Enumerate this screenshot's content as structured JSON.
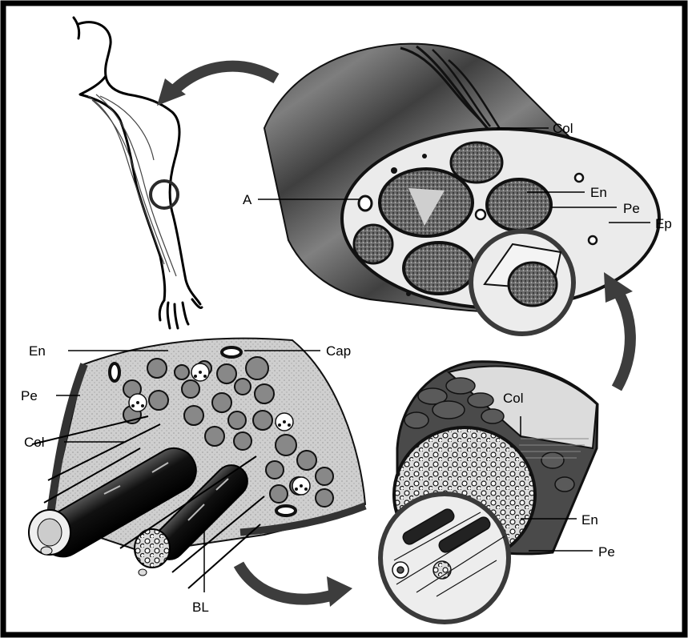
{
  "labels": {
    "col_top": "Col",
    "en_top": "En",
    "pe_top": "Pe",
    "ep_top": "Ep",
    "a_top": "A",
    "en_left": "En",
    "cap_left": "Cap",
    "pe_left": "Pe",
    "col_left": "Col",
    "bl_left": "BL",
    "col_right": "Col",
    "en_right": "En",
    "pe_right": "Pe"
  },
  "colors": {
    "frame": "#000000",
    "muscle_stripe_dark": "#3a3a3a",
    "muscle_stripe_light": "#7a7a7a",
    "fascicle_fill": "#e8e8e8",
    "endo_speckle": "#d2d2d2",
    "arrow": "#3d3d3d"
  }
}
